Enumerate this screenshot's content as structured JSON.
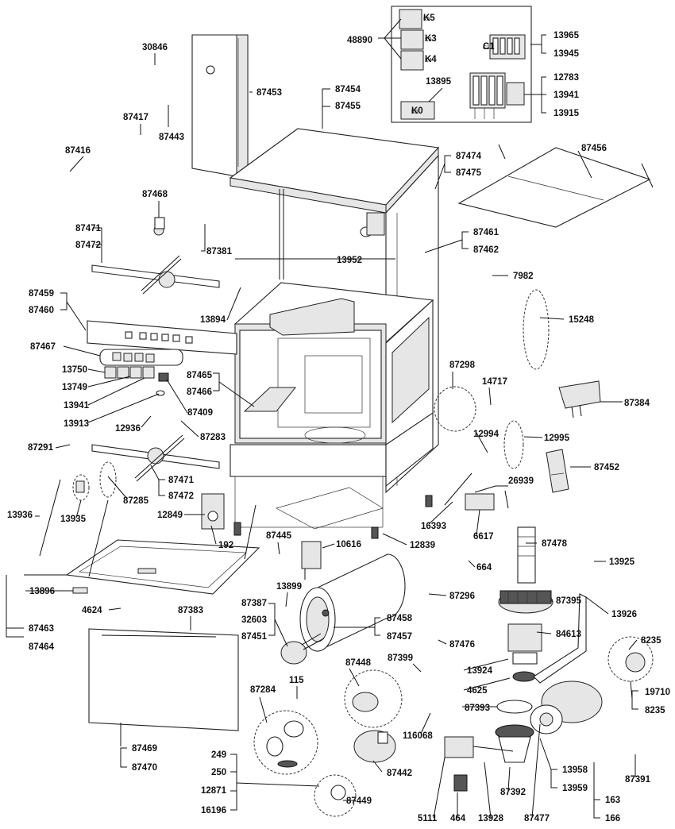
{
  "labels": {
    "l48890": "48890",
    "l30846": "30846",
    "l87417": "87417",
    "l87443": "87443",
    "l87416": "87416",
    "l87453": "87453",
    "l87454": "87454",
    "l87455": "87455",
    "lK5": "K5",
    "lK3": "K3",
    "lK4": "K4",
    "lC1": "C1",
    "lK0": "K0",
    "l13965": "13965",
    "l13945": "13945",
    "l13895": "13895",
    "l12783": "12783",
    "l13941a": "13941",
    "l13915": "13915",
    "l87474": "87474",
    "l87475": "87475",
    "l87456": "87456",
    "l87468": "87468",
    "l87471a": "87471",
    "l87472a": "87472",
    "l87381": "87381",
    "l13952": "13952",
    "l87461": "87461",
    "l87462": "87462",
    "l7982": "7982",
    "l87459": "87459",
    "l87460": "87460",
    "l13894": "13894",
    "l15248": "15248",
    "l87467": "87467",
    "l13750": "13750",
    "l13749": "13749",
    "l13941b": "13941",
    "l13913": "13913",
    "l87465": "87465",
    "l87466": "87466",
    "l87409": "87409",
    "l87298": "87298",
    "l14717": "14717",
    "l87384": "87384",
    "l12936": "12936",
    "l87283": "87283",
    "l12994": "12994",
    "l12995": "12995",
    "l87291": "87291",
    "l87452": "87452",
    "l87285": "87285",
    "l87471b": "87471",
    "l87472b": "87472",
    "l26939": "26939",
    "l13936": "13936",
    "l13935": "13935",
    "l12849": "12849",
    "l16393": "16393",
    "l6617": "6617",
    "l192": "192",
    "l87445": "87445",
    "l10616": "10616",
    "l12839": "12839",
    "l87478": "87478",
    "l664": "664",
    "l13925": "13925",
    "l13896": "13896",
    "l13899": "13899",
    "l87296": "87296",
    "l87395": "87395",
    "l4624": "4624",
    "l87383": "87383",
    "l13926": "13926",
    "l87387": "87387",
    "l32603": "32603",
    "l87451": "87451",
    "l87458": "87458",
    "l87457": "87457",
    "l84613": "84613",
    "l87463": "87463",
    "l87464": "87464",
    "l87476": "87476",
    "l87399": "87399",
    "l8235a": "8235",
    "l13924": "13924",
    "l87448": "87448",
    "l115": "115",
    "l4625": "4625",
    "l19710": "19710",
    "l8235b": "8235",
    "l87284": "87284",
    "l116068": "116068",
    "l87393": "87393",
    "l87469": "87469",
    "l87470": "87470",
    "l249": "249",
    "l250": "250",
    "l12871": "12871",
    "l16196": "16196",
    "l87442": "87442",
    "l13958": "13958",
    "l13959": "13959",
    "l87392": "87392",
    "l87391": "87391",
    "l87449": "87449",
    "l163": "163",
    "l166": "166",
    "l5111": "5111",
    "l464": "464",
    "l13928": "13928",
    "l87477": "87477"
  }
}
